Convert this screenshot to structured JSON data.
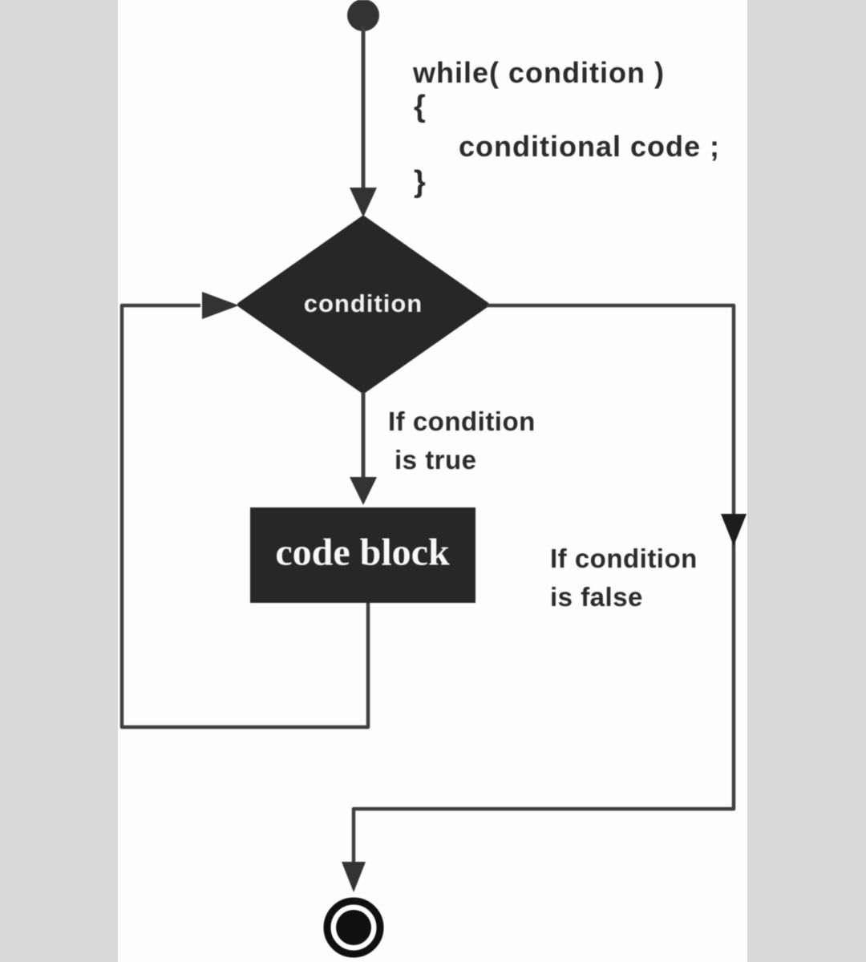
{
  "colors": {
    "canvas_white": "#fdfdfd",
    "side_band": "#d9d9d9",
    "shape_fill": "#272727",
    "connector": "#3e3e3e",
    "arrowhead": "#333333",
    "node_text": "#f0f0f0",
    "label_text": "#2b2b2b",
    "end_ring": "#101010"
  },
  "code_snippet": {
    "line1": "while( condition )",
    "line2": "{",
    "line3": "conditional code ;",
    "line4": "}"
  },
  "flowchart": {
    "condition_node": "condition",
    "code_block_node": "code block",
    "true_branch": {
      "line1": "If condition",
      "line2": "is true"
    },
    "false_branch": {
      "line1": "If condition",
      "line2": "is false"
    }
  }
}
